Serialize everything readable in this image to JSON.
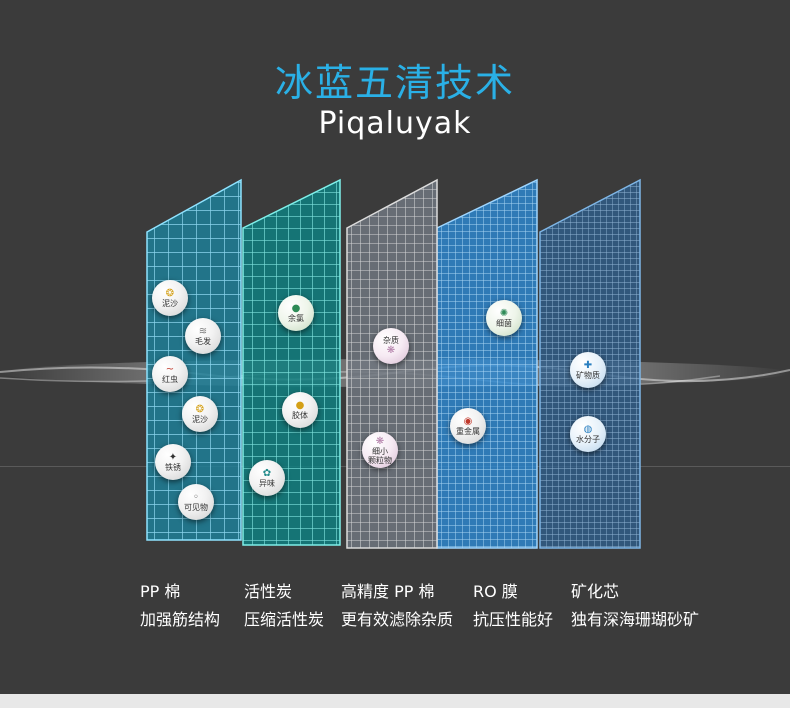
{
  "header": {
    "title": "冰蓝五清技术",
    "subtitle": "Piqaluyak"
  },
  "colors": {
    "background": "#3b3b3b",
    "title": "#2ab0e6",
    "text": "#ffffff",
    "filter_pp": "#2a8fa8",
    "filter_carbon": "#138c8c",
    "filter_precision": "#8a8f96",
    "filter_ro": "#3d8fd6",
    "filter_mineral": "#3a6f9e"
  },
  "filters": [
    {
      "name": "PP 棉",
      "desc": "加强筋结构",
      "icon": "pp-filter-panel"
    },
    {
      "name": "活性炭",
      "desc": "压缩活性炭",
      "icon": "carbon-filter-panel"
    },
    {
      "name": "高精度 PP 棉",
      "desc": "更有效滤除杂质",
      "icon": "precision-filter-panel"
    },
    {
      "name": "RO 膜",
      "desc": "抗压性能好",
      "icon": "ro-membrane-panel"
    },
    {
      "name": "矿化芯",
      "desc": "独有深海珊瑚砂矿",
      "icon": "mineral-filter-panel"
    }
  ],
  "bubbles": {
    "sand1": "泥沙",
    "hair": "毛发",
    "worm": "红虫",
    "sand2": "泥沙",
    "rust": "铁锈",
    "visible": "可见物",
    "chlorine": "余氯",
    "colloid": "胶体",
    "odor": "异味",
    "impurity": "杂质",
    "fine_line1": "细小",
    "fine_line2": "颗粒物",
    "bacteria": "细菌",
    "heavy_metal": "重金属",
    "mineral": "矿物质",
    "water": "水分子"
  }
}
